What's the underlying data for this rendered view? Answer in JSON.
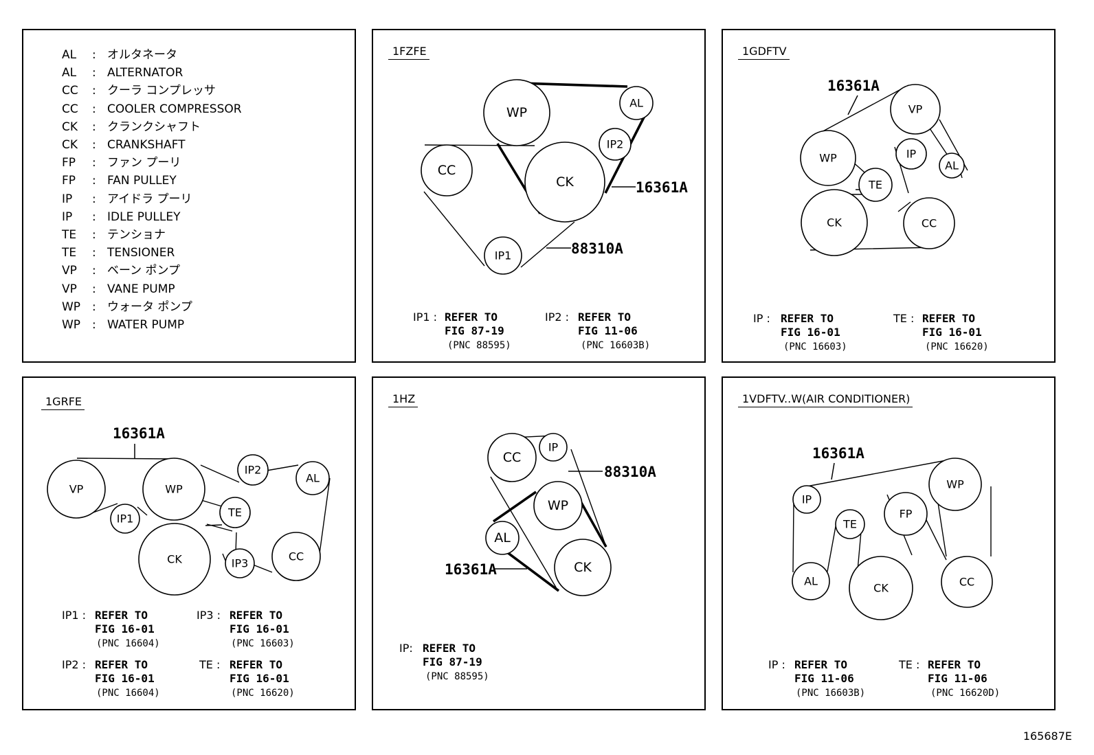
{
  "legend": [
    {
      "abbr": "AL",
      "text": "オルタネータ"
    },
    {
      "abbr": "AL",
      "text": "ALTERNATOR"
    },
    {
      "abbr": "CC",
      "text": "クーラ コンプレッサ"
    },
    {
      "abbr": "CC",
      "text": "COOLER COMPRESSOR"
    },
    {
      "abbr": "CK",
      "text": "クランクシャフト"
    },
    {
      "abbr": "CK",
      "text": "CRANKSHAFT"
    },
    {
      "abbr": "FP",
      "text": "ファン プーリ"
    },
    {
      "abbr": "FP",
      "text": "FAN PULLEY"
    },
    {
      "abbr": "IP",
      "text": "アイドラ プーリ"
    },
    {
      "abbr": "IP",
      "text": "IDLE PULLEY"
    },
    {
      "abbr": "TE",
      "text": "テンショナ"
    },
    {
      "abbr": "TE",
      "text": "TENSIONER"
    },
    {
      "abbr": "VP",
      "text": "ベーン ポンプ"
    },
    {
      "abbr": "VP",
      "text": "VANE PUMP"
    },
    {
      "abbr": "WP",
      "text": "ウォータ ポンプ"
    },
    {
      "abbr": "WP",
      "text": "WATER PUMP"
    }
  ],
  "legend_colon": ":",
  "panels": {
    "1fzfe": {
      "engine": "1FZFE",
      "pulleys": {
        "wp": "WP",
        "al": "AL",
        "ip2": "IP2",
        "cc": "CC",
        "ck": "CK",
        "ip1": "IP1"
      },
      "parts": {
        "belt_a": "16361A",
        "belt_b": "88310A"
      },
      "refs": [
        {
          "key": "IP1 :",
          "line1": "REFER TO",
          "line2": "FIG 87-19",
          "pnc": "(PNC 88595)"
        },
        {
          "key": "IP2 :",
          "line1": "REFER TO",
          "line2": "FIG 11-06",
          "pnc": "(PNC 16603B)"
        }
      ]
    },
    "1gdftv": {
      "engine": "1GDFTV",
      "pulleys": {
        "vp": "VP",
        "wp": "WP",
        "ip": "IP",
        "al": "AL",
        "te": "TE",
        "ck": "CK",
        "cc": "CC"
      },
      "parts": {
        "belt_a": "16361A"
      },
      "refs": [
        {
          "key": "IP :",
          "line1": "REFER TO",
          "line2": "FIG 16-01",
          "pnc": "(PNC 16603)"
        },
        {
          "key": "TE :",
          "line1": "REFER TO",
          "line2": "FIG 16-01",
          "pnc": "(PNC 16620)"
        }
      ]
    },
    "1grfe": {
      "engine": "1GRFE",
      "pulleys": {
        "vp": "VP",
        "wp": "WP",
        "ip2": "IP2",
        "al": "AL",
        "ip1": "IP1",
        "te": "TE",
        "ck": "CK",
        "ip3": "IP3",
        "cc": "CC"
      },
      "parts": {
        "belt_a": "16361A"
      },
      "refs": [
        {
          "key": "IP1 :",
          "line1": "REFER TO",
          "line2": "FIG 16-01",
          "pnc": "(PNC 16604)"
        },
        {
          "key": "IP3 :",
          "line1": "REFER TO",
          "line2": "FIG 16-01",
          "pnc": "(PNC 16603)"
        },
        {
          "key": "IP2 :",
          "line1": "REFER TO",
          "line2": "FIG 16-01",
          "pnc": "(PNC 16604)"
        },
        {
          "key": "TE :",
          "line1": "REFER TO",
          "line2": "FIG 16-01",
          "pnc": "(PNC 16620)"
        }
      ]
    },
    "1hz": {
      "engine": "1HZ",
      "pulleys": {
        "cc": "CC",
        "ip": "IP",
        "wp": "WP",
        "al": "AL",
        "ck": "CK"
      },
      "parts": {
        "belt_a": "16361A",
        "belt_b": "88310A"
      },
      "refs": [
        {
          "key": "IP:",
          "line1": "REFER TO",
          "line2": "FIG 87-19",
          "pnc": "(PNC 88595)"
        }
      ]
    },
    "1vdftv": {
      "engine": "1VDFTV..W(AIR CONDITIONER)",
      "pulleys": {
        "ip": "IP",
        "wp": "WP",
        "te": "TE",
        "fp": "FP",
        "al": "AL",
        "ck": "CK",
        "cc": "CC"
      },
      "parts": {
        "belt_a": "16361A"
      },
      "refs": [
        {
          "key": "IP :",
          "line1": "REFER TO",
          "line2": "FIG 11-06",
          "pnc": "(PNC 16603B)"
        },
        {
          "key": "TE :",
          "line1": "REFER TO",
          "line2": "FIG 11-06",
          "pnc": "(PNC 16620D)"
        }
      ]
    }
  },
  "figure_id": "165687E"
}
